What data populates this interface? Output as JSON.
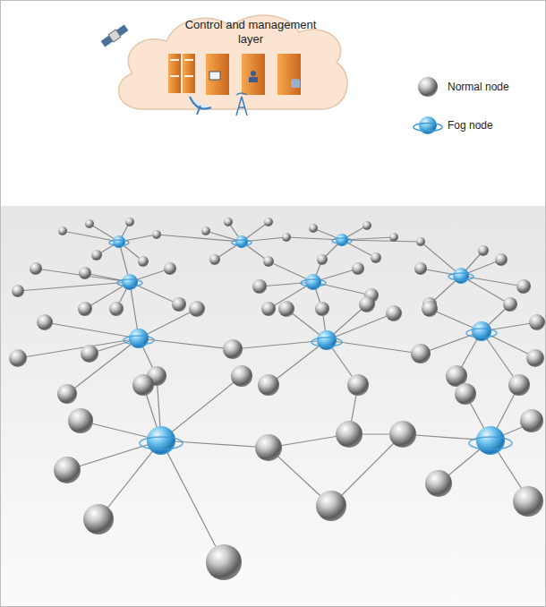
{
  "diagram": {
    "nodes": [
      {
        "text": [
          "Control and management layer"
        ]
      }
    ],
    "legend": [
      {
        "text": "Normal node"
      },
      {
        "text": "Fog node"
      }
    ]
  }
}
